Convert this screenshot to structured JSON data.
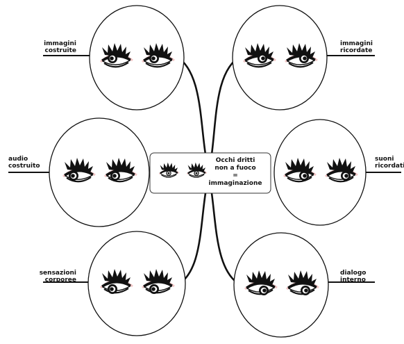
{
  "center": {
    "lines": [
      "Occhi dritti",
      "non a fuoco",
      "=",
      "immaginazione"
    ]
  },
  "nodes": [
    {
      "id": "top-left",
      "label": [
        "immagini",
        "costruite"
      ],
      "pupil": "up-left"
    },
    {
      "id": "top-right",
      "label": [
        "immagini",
        "ricordate"
      ],
      "pupil": "up-right"
    },
    {
      "id": "mid-left",
      "label": [
        "audio",
        "costruito"
      ],
      "pupil": "left"
    },
    {
      "id": "mid-right",
      "label": [
        "suoni",
        "ricordati"
      ],
      "pupil": "right"
    },
    {
      "id": "bottom-left",
      "label": [
        "sensazioni",
        "corporee"
      ],
      "pupil": "down-left"
    },
    {
      "id": "bottom-right",
      "label": [
        "dialogo",
        "interno"
      ],
      "pupil": "down-right"
    }
  ]
}
